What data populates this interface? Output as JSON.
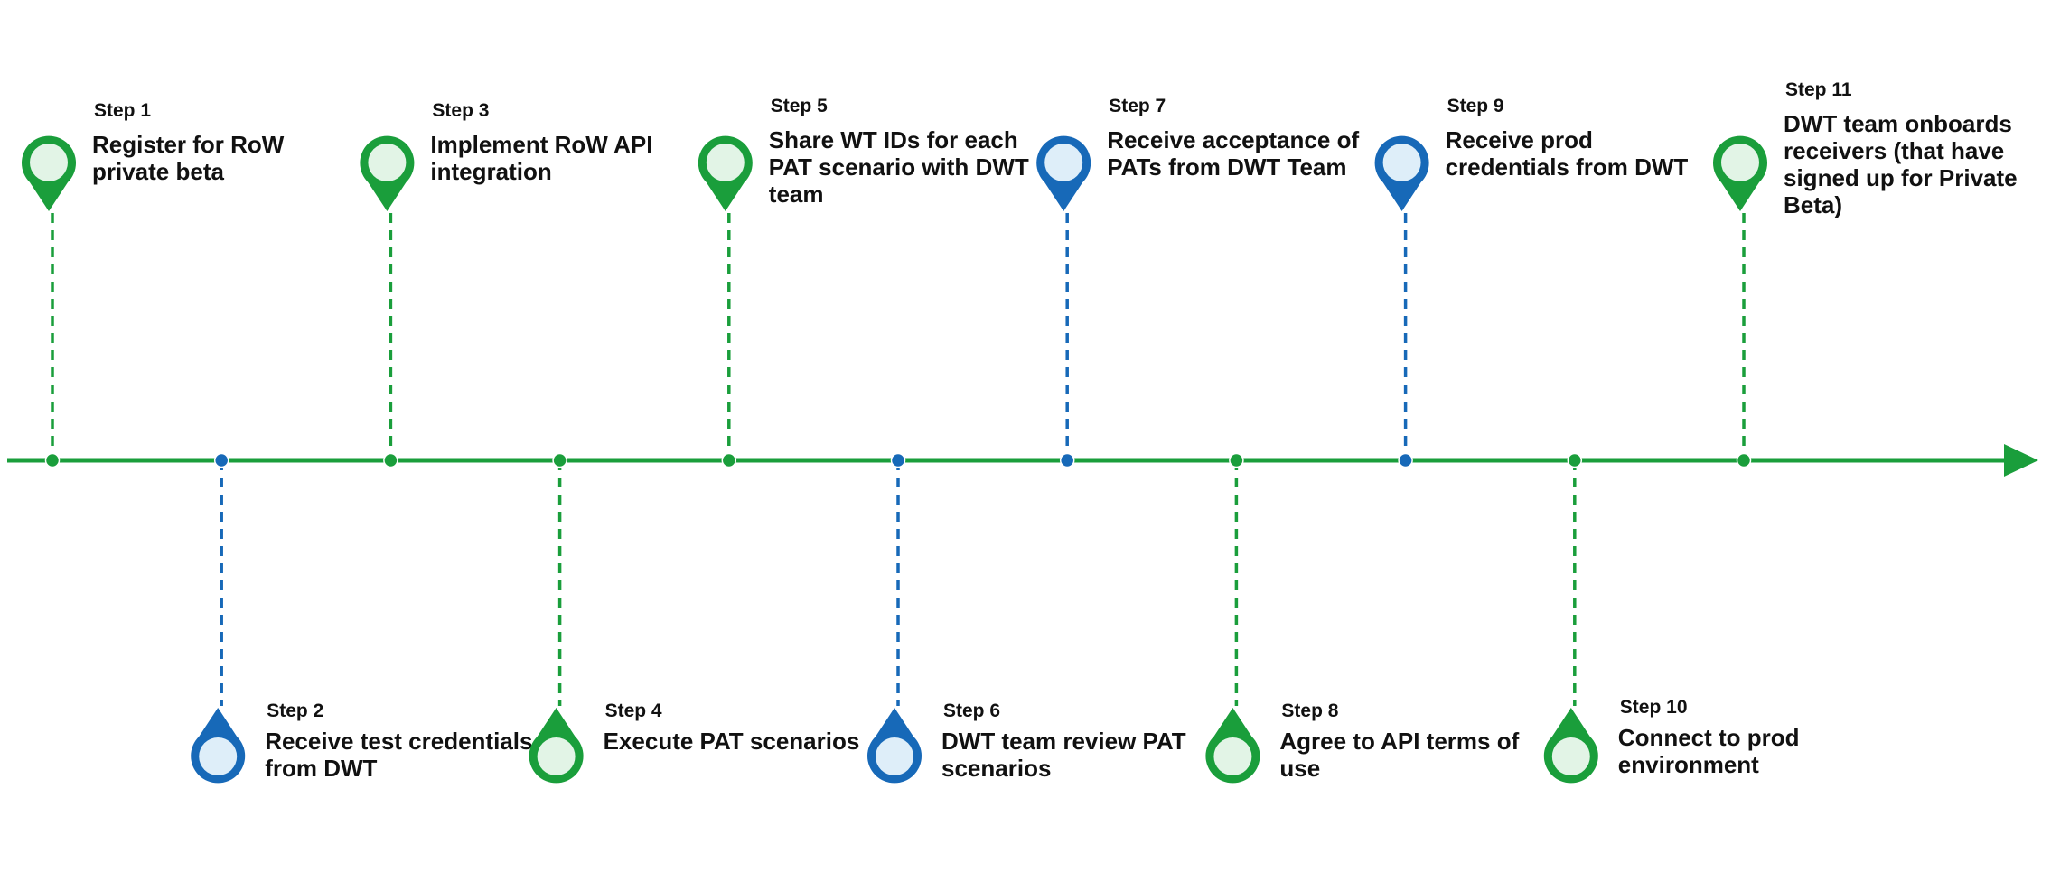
{
  "colors": {
    "green": "#1a9e3b",
    "green_fill": "#e2f4e6",
    "blue": "#1769b8",
    "blue_fill": "#deeef9",
    "axis": "#1a9e3b",
    "text": "#111111"
  },
  "steps": [
    {
      "label": "Step 1",
      "text": [
        "Register for RoW",
        "private beta"
      ],
      "color": "green",
      "pin-icon": "map-pin-icon"
    },
    {
      "label": "Step 2",
      "text": [
        "Receive test credentials",
        "from DWT"
      ],
      "color": "blue",
      "pin-icon": "map-pin-icon"
    },
    {
      "label": "Step 3",
      "text": [
        "Implement RoW API",
        "integration"
      ],
      "color": "green",
      "pin-icon": "map-pin-icon"
    },
    {
      "label": "Step 4",
      "text": [
        "Execute PAT scenarios"
      ],
      "color": "green",
      "pin-icon": "map-pin-icon"
    },
    {
      "label": "Step 5",
      "text": [
        "Share WT IDs for each",
        "PAT scenario with DWT",
        "team"
      ],
      "color": "green",
      "pin-icon": "map-pin-icon"
    },
    {
      "label": "Step 6",
      "text": [
        "DWT team review PAT",
        "scenarios"
      ],
      "color": "blue",
      "pin-icon": "map-pin-icon"
    },
    {
      "label": "Step 7",
      "text": [
        "Receive acceptance of",
        "PATs from DWT Team"
      ],
      "color": "blue",
      "pin-icon": "map-pin-icon"
    },
    {
      "label": "Step 8",
      "text": [
        "Agree to API terms of",
        "use"
      ],
      "color": "green",
      "pin-icon": "map-pin-icon"
    },
    {
      "label": "Step 9",
      "text": [
        "Receive prod",
        "credentials from DWT"
      ],
      "color": "blue",
      "pin-icon": "map-pin-icon"
    },
    {
      "label": "Step 10",
      "text": [
        "Connect to prod",
        "environment"
      ],
      "color": "green",
      "pin-icon": "map-pin-icon"
    },
    {
      "label": "Step 11",
      "text": [
        "DWT team onboards",
        "receivers (that have",
        "signed up for Private",
        "Beta)"
      ],
      "color": "green",
      "pin-icon": "map-pin-icon"
    }
  ]
}
